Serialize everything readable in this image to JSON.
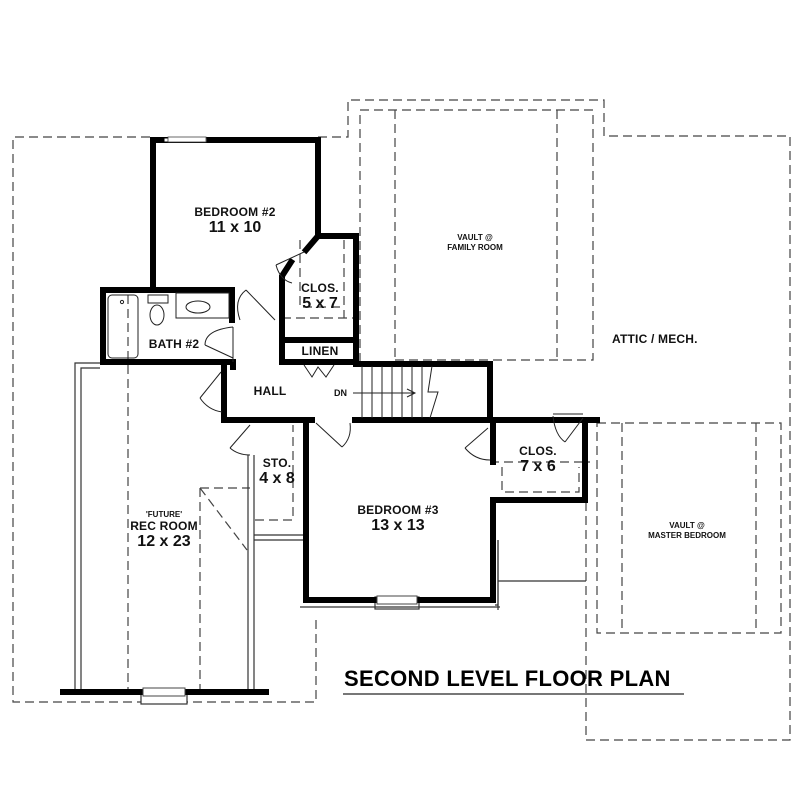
{
  "title": "SECOND LEVEL FLOOR PLAN",
  "colors": {
    "wall": "#000000",
    "line": "#333333",
    "background": "#ffffff",
    "text": "#111111"
  },
  "rooms": {
    "bedroom2": {
      "name": "BEDROOM #2",
      "dim": "11 x 10"
    },
    "closet1": {
      "name": "CLOS.",
      "dim": "5 x 7"
    },
    "linen": {
      "name": "LINEN"
    },
    "bath2": {
      "name": "BATH #2"
    },
    "hall": {
      "name": "HALL"
    },
    "stairs": {
      "label": "DN"
    },
    "storage": {
      "name": "STO.",
      "dim": "4 x 8"
    },
    "rec_room": {
      "tag": "'FUTURE'",
      "name": "REC ROOM",
      "dim": "12 x 23"
    },
    "bedroom3": {
      "name": "BEDROOM #3",
      "dim": "13 x 13"
    },
    "closet2": {
      "name": "CLOS.",
      "dim": "7 x 6"
    },
    "vault_family": {
      "line1": "VAULT @",
      "line2": "FAMILY ROOM"
    },
    "attic": {
      "name": "ATTIC / MECH."
    },
    "vault_master": {
      "line1": "VAULT @",
      "line2": "MASTER BEDROOM"
    }
  }
}
